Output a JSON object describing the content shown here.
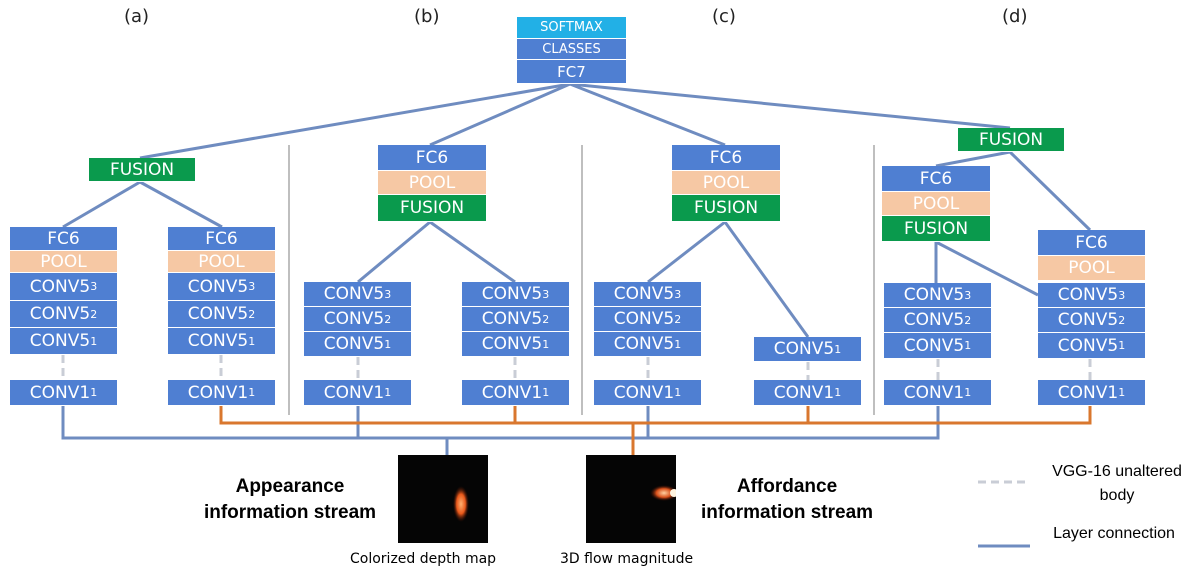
{
  "panels": [
    "(a)",
    "(b)",
    "(c)",
    "(d)"
  ],
  "top": {
    "softmax": "SOFTMAX",
    "classes": "CLASSES",
    "fc7": "FC7"
  },
  "layers": {
    "fusion": "FUSION",
    "fc6": "FC6",
    "pool": "POOL",
    "conv5": "CONV5",
    "conv1": "CONV1"
  },
  "subscripts": {
    "conv5_3": "3",
    "conv5_2": "2",
    "conv5_1": "1",
    "conv1_1": "1"
  },
  "streams": {
    "appearance": "Appearance information stream",
    "affordance": "Affordance information stream"
  },
  "captions": {
    "depth": "Colorized depth map",
    "flow": "3D flow magnitude"
  },
  "legend": {
    "vgg": "VGG-16 unaltered body",
    "connection": "Layer connection"
  },
  "colors": {
    "layer_blue": "#4f7fd2",
    "pool": "#f6c8a4",
    "fusion": "#0a9a4d",
    "softmax": "#22b0e6",
    "appearance_line": "#6f8cc0",
    "affordance_line": "#d9772e"
  }
}
